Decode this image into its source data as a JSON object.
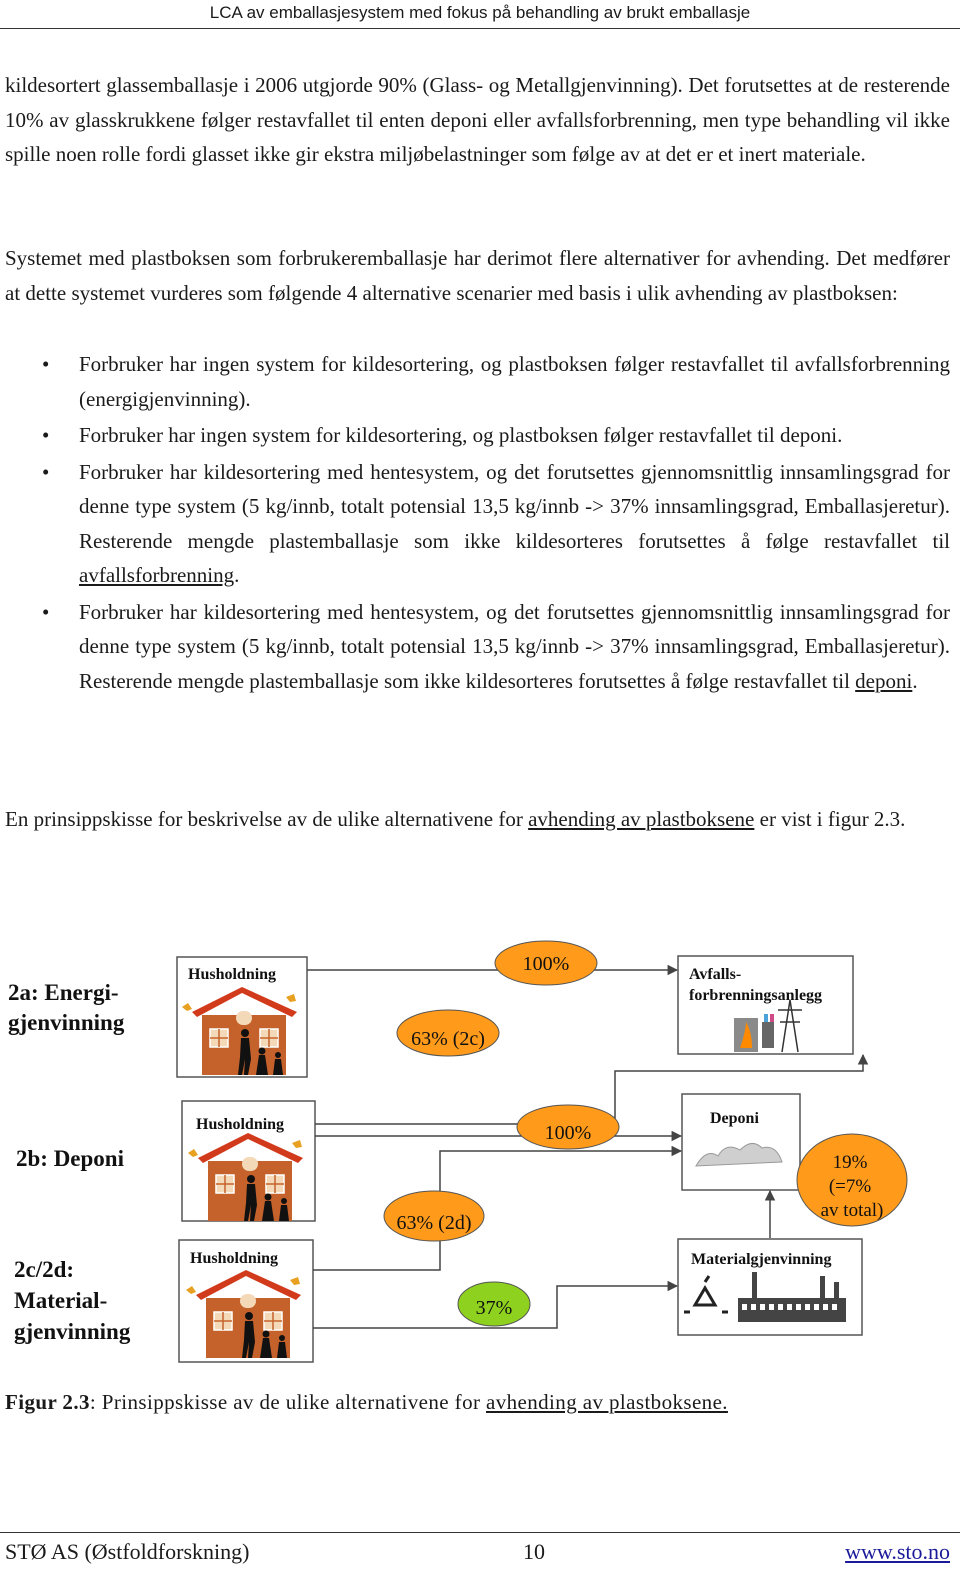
{
  "header": {
    "title": "LCA av emballasjesystem med fokus på behandling av brukt emballasje"
  },
  "paragraphs": {
    "p1": "kildesortert glassemballasje i 2006 utgjorde 90% (Glass- og Metallgjenvinning). Det forutsettes at de resterende 10% av glasskrukkene følger restavfallet til enten deponi eller avfallsforbrenning, men type behandling vil ikke spille noen rolle fordi glasset ikke gir ekstra miljøbelastninger som følge av at det er et inert materiale.",
    "p2": "Systemet med plastboksen som forbrukeremballasje har derimot flere alternativer for avhending. Det medfører at dette systemet vurderes som følgende 4 alternative scenarier med basis i ulik avhending av plastboksen:",
    "p3_before": "En prinsippskisse for beskrivelse av de ulike alternativene for ",
    "p3_underlined": "avhending av plastboksene",
    "p3_after": " er vist i figur 2.3."
  },
  "bullets": [
    {
      "text": "Forbruker har ingen system for kildesortering, og plastboksen følger restavfallet til avfallsforbrenning (energigjenvinning).",
      "underlined": "",
      "end": ""
    },
    {
      "text": "Forbruker har ingen system for kildesortering, og plastboksen følger restavfallet til deponi.",
      "underlined": "",
      "end": ""
    },
    {
      "text": "Forbruker har kildesortering med hentesystem, og det forutsettes gjennomsnittlig innsamlingsgrad for denne type system (5 kg/innb, totalt potensial 13,5 kg/innb -> 37% innsamlingsgrad, Emballasjeretur). Resterende mengde plastemballasje som ikke kildesorteres forutsettes å følge restavfallet til ",
      "underlined": "avfallsforbrenning",
      "end": "."
    },
    {
      "text": "Forbruker har kildesortering med hentesystem, og det forutsettes gjennomsnittlig innsamlingsgrad for denne type system (5 kg/innb, totalt potensial 13,5 kg/innb -> 37% innsamlingsgrad, Emballasjeretur). Resterende mengde plastemballasje som ikke kildesorteres forutsettes å følge restavfallet til ",
      "underlined": "deponi",
      "end": "."
    }
  ],
  "bullet_symbol": "•",
  "figure": {
    "scenario_2a_line1": "2a: Energi-",
    "scenario_2a_line2": "gjenvinning",
    "scenario_2b": "2b: Deponi",
    "scenario_2c_line1": "2c/2d:",
    "scenario_2c_line2": "Material-",
    "scenario_2c_line3": "gjenvinning",
    "household_label": "Husholdning",
    "incineration_line1": "Avfalls-",
    "incineration_line2": "forbrenningsanlegg",
    "landfill_label": "Deponi",
    "recycling_label": "Materialgjenvinning",
    "flow_100_a": "100%",
    "flow_63_2c": "63% (2c)",
    "flow_100_b": "100%",
    "flow_63_2d": "63% (2d)",
    "flow_37": "37%",
    "flow_19_line1": "19%",
    "flow_19_line2": "(=7%",
    "flow_19_line3": "av total)",
    "colors": {
      "orange_flow": "#ff9a1a",
      "green_flow": "#8ed11e",
      "house": "#c5622b",
      "roof": "#d23a1c"
    }
  },
  "caption": {
    "label": "Figur 2.3",
    "text": ": Prinsippskisse av de ulike alternativene for ",
    "underlined": "avhending av plastboksene."
  },
  "footer": {
    "org": "STØ AS (Østfoldforskning)",
    "page": "10",
    "url": "www.sto.no"
  }
}
